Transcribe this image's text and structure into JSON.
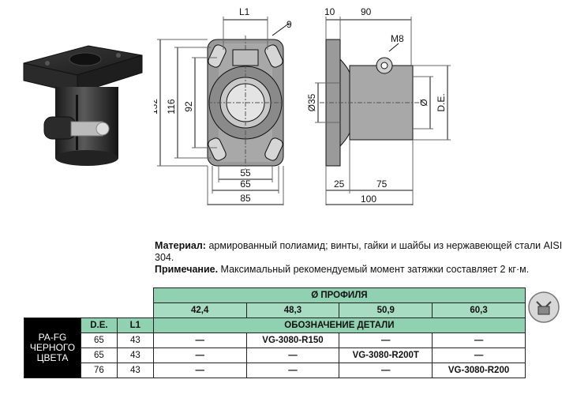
{
  "drawing": {
    "dims": {
      "l1": "L1",
      "d9": "9",
      "h132": "132",
      "h116": "116",
      "h92": "92",
      "w55": "55",
      "w65": "65",
      "w85": "85",
      "w10": "10",
      "w90": "90",
      "m8": "M8",
      "d35": "Ø35",
      "dia": "Ø",
      "de": "D.E.",
      "w25": "25",
      "w75": "75",
      "w100": "100"
    }
  },
  "note": {
    "material_label": "Материал:",
    "material_text": " армированный полиамид; винты, гайки и шайбы из нержавеющей стали AISI 304.",
    "remark_label": "Примечание.",
    "remark_text": " Максимальный рекомендуемый момент затяжки составляет 2 кг·м."
  },
  "table": {
    "profile_header": "Ø ПРОФИЛЯ",
    "profiles": [
      "42,4",
      "48,3",
      "50,9",
      "60,3"
    ],
    "part_header": "ОБОЗНАЧЕНИЕ ДЕТАЛИ",
    "col_de": "D.E.",
    "col_l1": "L1",
    "group_label": "PA-FG ЧЕРНОГО ЦВЕТА",
    "rows": [
      {
        "de": "65",
        "l1": "43",
        "c1": "—",
        "c2": "VG-3080-R150",
        "c3": "—",
        "c4": "—"
      },
      {
        "de": "65",
        "l1": "43",
        "c1": "—",
        "c2": "—",
        "c3": "VG-3080-R200T",
        "c4": "—"
      },
      {
        "de": "76",
        "l1": "43",
        "c1": "—",
        "c2": "—",
        "c3": "—",
        "c4": "VG-3080-R200"
      }
    ]
  }
}
